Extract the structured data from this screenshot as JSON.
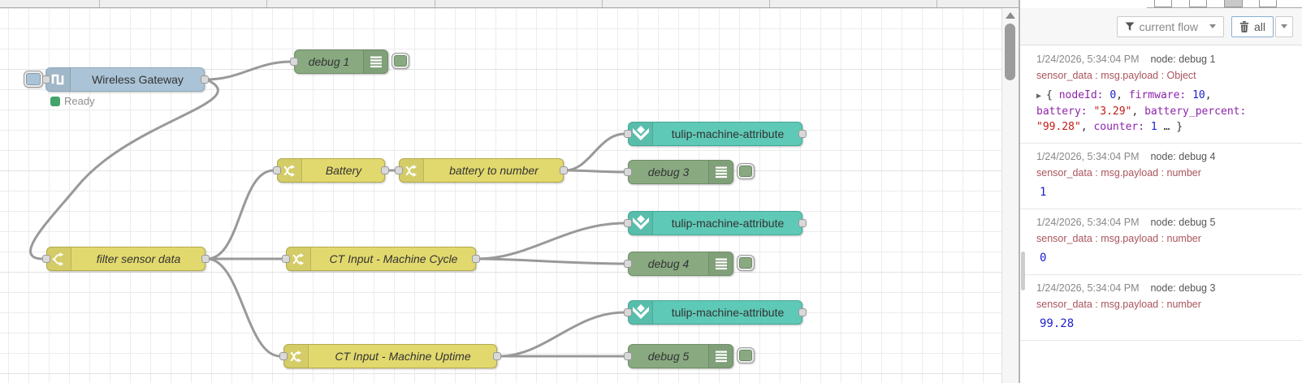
{
  "canvas": {
    "nodes": [
      {
        "label": "Wireless Gateway",
        "type": "gateway",
        "status": "Ready"
      },
      {
        "label": "debug 1",
        "type": "debug"
      },
      {
        "label": "tulip-machine-attribute",
        "type": "tulip"
      },
      {
        "label": "Battery",
        "type": "change"
      },
      {
        "label": "battery to number",
        "type": "change"
      },
      {
        "label": "debug 3",
        "type": "debug"
      },
      {
        "label": "tulip-machine-attribute",
        "type": "tulip"
      },
      {
        "label": "filter sensor data",
        "type": "switch"
      },
      {
        "label": "CT Input - Machine Cycle",
        "type": "change"
      },
      {
        "label": "debug 4",
        "type": "debug"
      },
      {
        "label": "tulip-machine-attribute",
        "type": "tulip"
      },
      {
        "label": "CT Input - Machine Uptime",
        "type": "change"
      },
      {
        "label": "debug 5",
        "type": "debug"
      }
    ],
    "colors": {
      "change_yellow": "#e2d96e",
      "debug_green": "#89aa81",
      "tulip_teal": "#5ec9b6",
      "gateway_blue": "#aac3d6",
      "status_green": "#44a368",
      "wire_gray": "#999999"
    }
  },
  "sidebar": {
    "toolbar": {
      "filter_label": "current flow",
      "clear_label": "all",
      "filter_icon": "funnel-icon",
      "clear_icon": "trash-icon"
    },
    "syntax_colors": {
      "key": "#8e24aa",
      "number": "#2020cf",
      "string": "#c41a16"
    },
    "messages": [
      {
        "date": "1/24/2026, 5:34:04 PM",
        "source": "node: debug 1",
        "topic": "sensor_data : msg.payload : Object",
        "kind": "object",
        "lines": [
          [
            [
              "arrow",
              "▶ "
            ],
            [
              "plain",
              "{ "
            ],
            [
              "key",
              "nodeId:"
            ],
            [
              "plain",
              " "
            ],
            [
              "num",
              "0"
            ],
            [
              "plain",
              ", "
            ],
            [
              "key",
              "firmware:"
            ],
            [
              "plain",
              " "
            ],
            [
              "num",
              "10"
            ],
            [
              "plain",
              ","
            ]
          ],
          [
            [
              "key",
              "battery:"
            ],
            [
              "plain",
              " "
            ],
            [
              "str",
              "\"3.29\""
            ],
            [
              "plain",
              ", "
            ],
            [
              "key",
              "battery_percent:"
            ]
          ],
          [
            [
              "str",
              "\"99.28\""
            ],
            [
              "plain",
              ", "
            ],
            [
              "key",
              "counter:"
            ],
            [
              "plain",
              " "
            ],
            [
              "num",
              "1"
            ],
            [
              "plain",
              " … }"
            ]
          ]
        ]
      },
      {
        "date": "1/24/2026, 5:34:04 PM",
        "source": "node: debug 4",
        "topic": "sensor_data : msg.payload : number",
        "kind": "number",
        "lines": [
          [
            [
              "num",
              "1"
            ]
          ]
        ]
      },
      {
        "date": "1/24/2026, 5:34:04 PM",
        "source": "node: debug 5",
        "topic": "sensor_data : msg.payload : number",
        "kind": "number",
        "lines": [
          [
            [
              "num",
              "0"
            ]
          ]
        ]
      },
      {
        "date": "1/24/2026, 5:34:04 PM",
        "source": "node: debug 3",
        "topic": "sensor_data : msg.payload : number",
        "kind": "number",
        "lines": [
          [
            [
              "num",
              "99.28"
            ]
          ]
        ]
      }
    ]
  }
}
